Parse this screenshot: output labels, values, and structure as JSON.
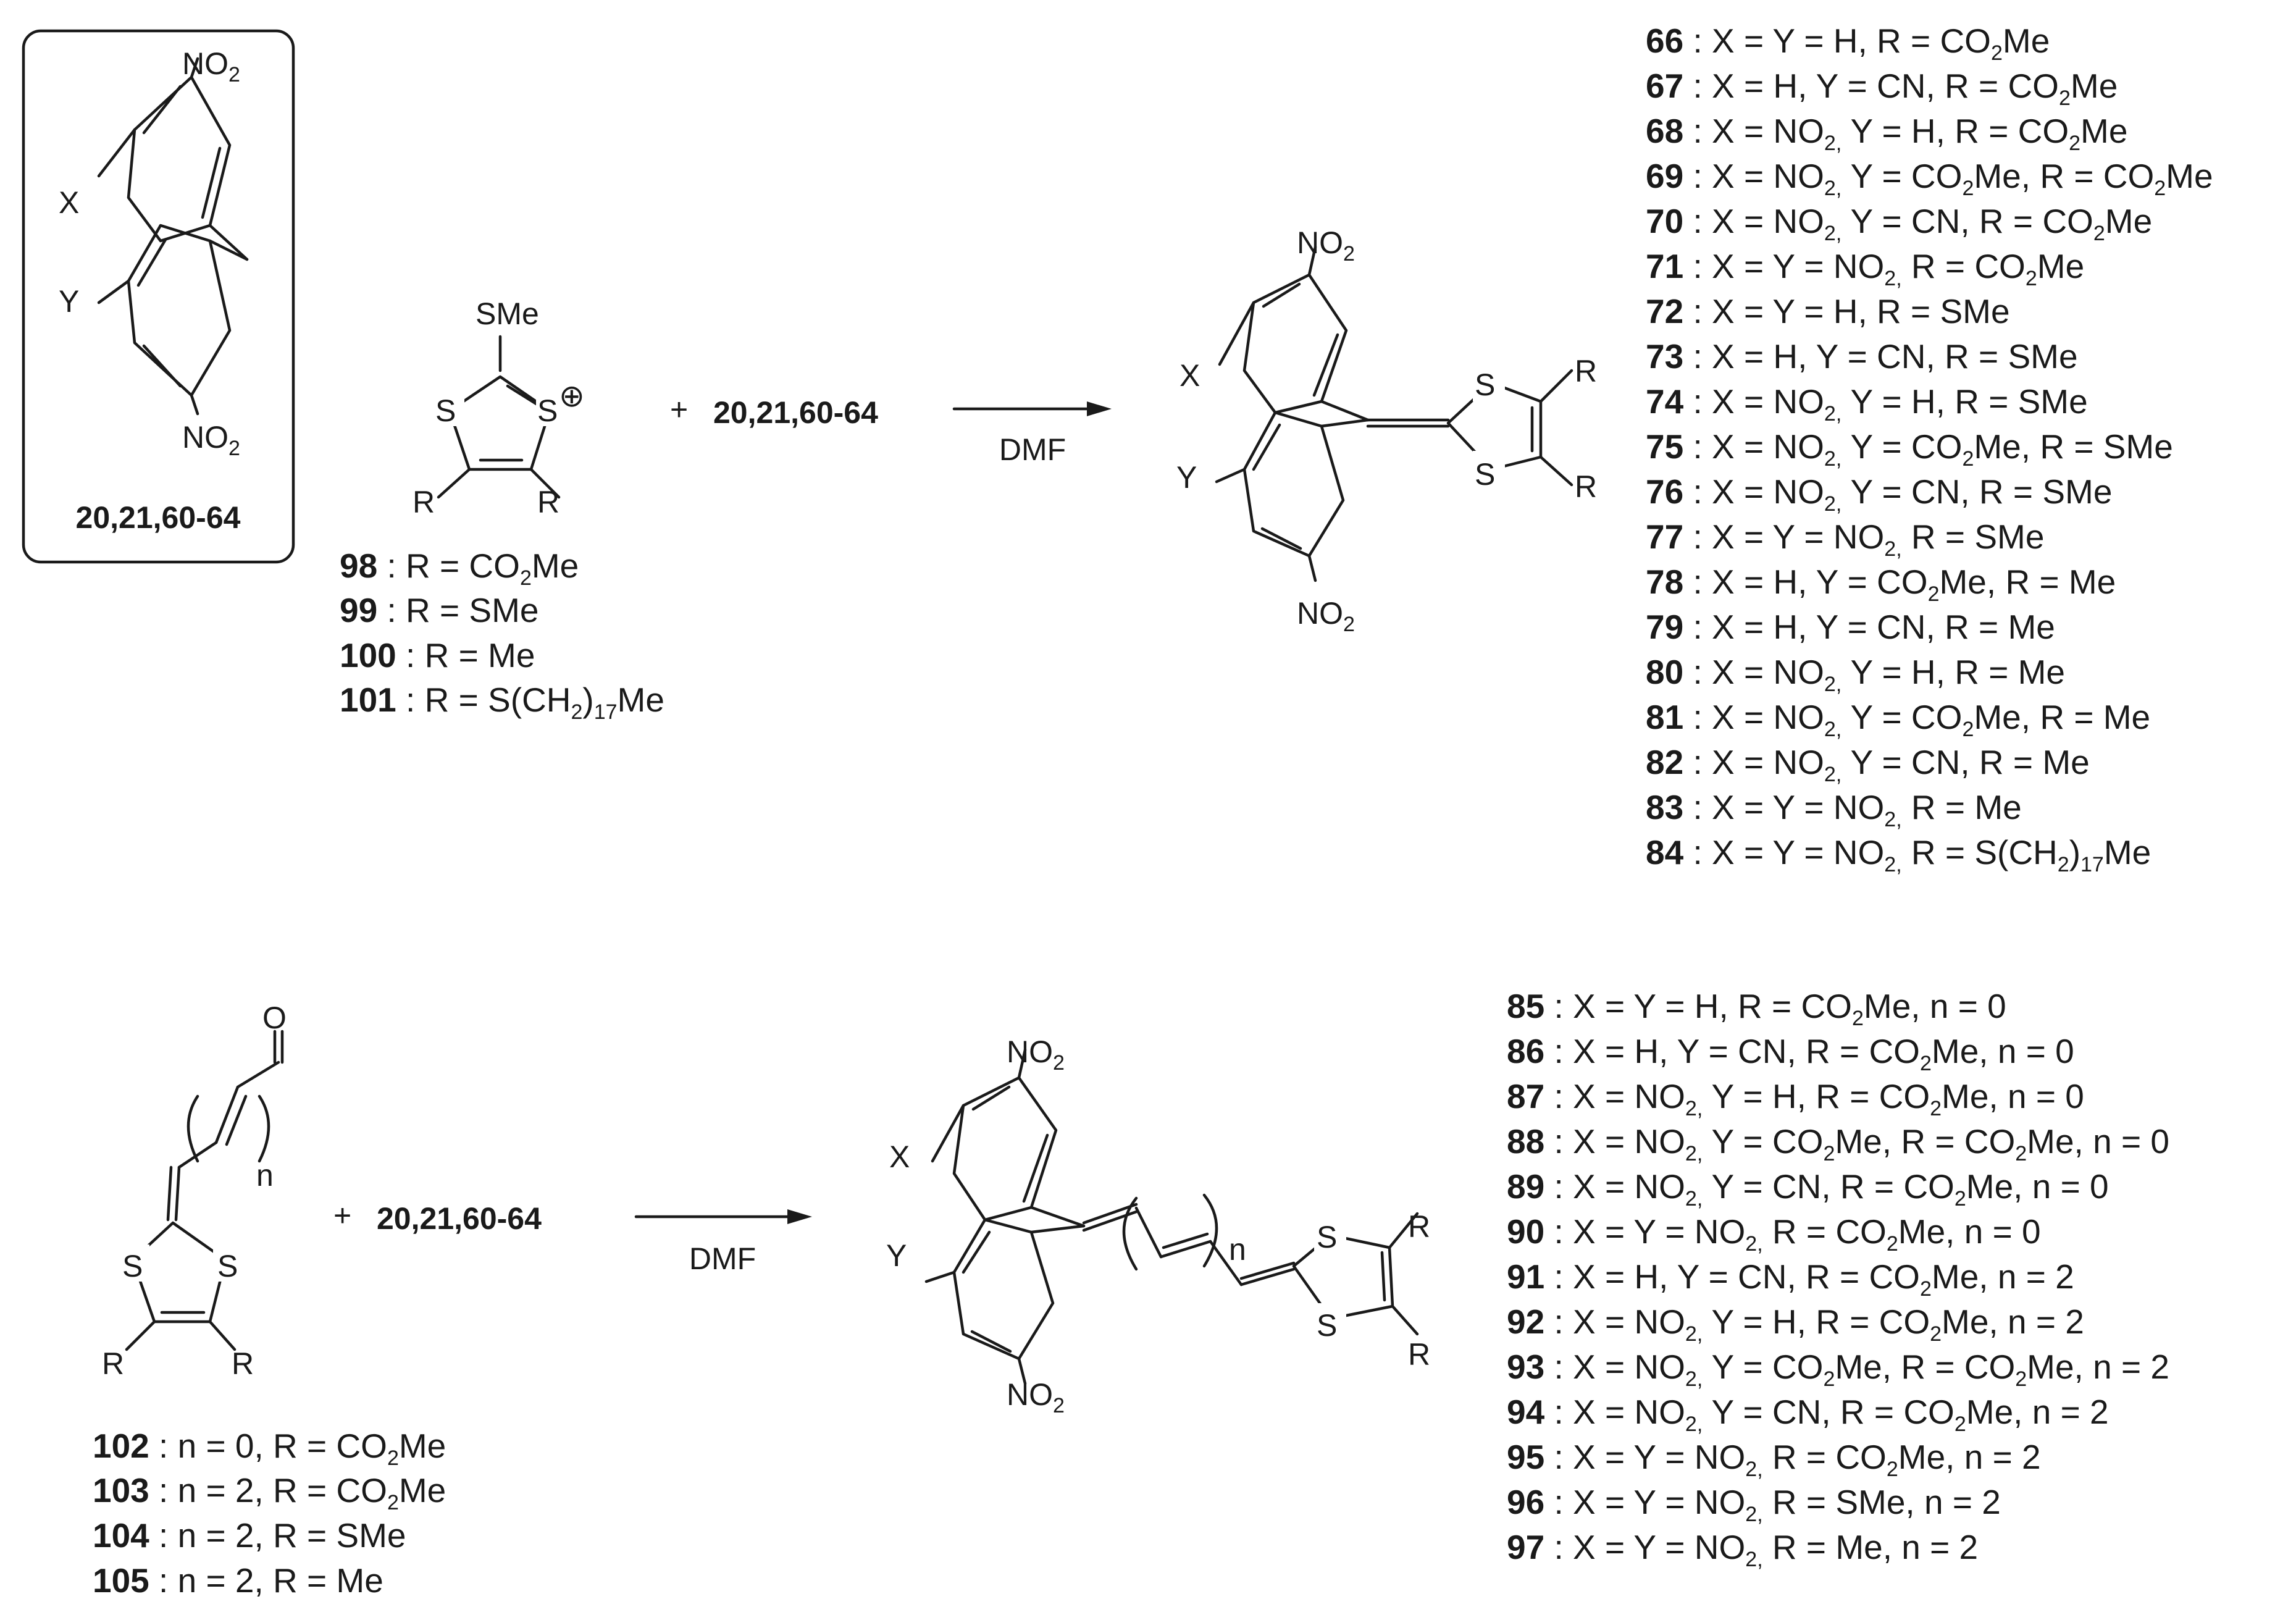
{
  "colors": {
    "ink": "#1a1a1a",
    "background": "#ffffff"
  },
  "box_label": "20,21,60-64",
  "reaction1": {
    "reagent_label": "20,21,60-64",
    "plus": "+",
    "solvent": "DMF",
    "reactant_compounds": [
      {
        "id": "98",
        "desc": "R = CO2Me"
      },
      {
        "id": "99",
        "desc": "R = SMe"
      },
      {
        "id": "100",
        "desc": "R = Me"
      },
      {
        "id": "101",
        "desc": "R = S(CH2)17Me"
      }
    ],
    "product_compounds": [
      {
        "id": "66",
        "desc": "X = Y = H, R = CO2Me"
      },
      {
        "id": "67",
        "desc": "X = H, Y = CN, R = CO2Me"
      },
      {
        "id": "68",
        "desc": "X = NO2, Y = H, R = CO2Me"
      },
      {
        "id": "69",
        "desc": "X = NO2, Y = CO2Me, R = CO2Me"
      },
      {
        "id": "70",
        "desc": "X = NO2, Y = CN, R = CO2Me"
      },
      {
        "id": "71",
        "desc": "X = Y = NO2, R = CO2Me"
      },
      {
        "id": "72",
        "desc": "X = Y = H, R = SMe"
      },
      {
        "id": "73",
        "desc": "X = H, Y = CN, R = SMe"
      },
      {
        "id": "74",
        "desc": "X = NO2, Y = H, R = SMe"
      },
      {
        "id": "75",
        "desc": "X = NO2, Y = CO2Me, R = SMe"
      },
      {
        "id": "76",
        "desc": "X = NO2, Y = CN, R = SMe"
      },
      {
        "id": "77",
        "desc": "X = Y = NO2, R = SMe"
      },
      {
        "id": "78",
        "desc": "X = H, Y = CO2Me, R = Me"
      },
      {
        "id": "79",
        "desc": "X = H, Y = CN, R = Me"
      },
      {
        "id": "80",
        "desc": "X = NO2, Y = H, R = Me"
      },
      {
        "id": "81",
        "desc": "X = NO2, Y = CO2Me, R = Me"
      },
      {
        "id": "82",
        "desc": "X = NO2, Y = CN, R = Me"
      },
      {
        "id": "83",
        "desc": "X = Y = NO2, R = Me"
      },
      {
        "id": "84",
        "desc": "X = Y = NO2, R = S(CH2)17Me"
      }
    ]
  },
  "reaction2": {
    "reagent_label": "20,21,60-64",
    "plus": "+",
    "solvent": "DMF",
    "reactant_compounds": [
      {
        "id": "102",
        "desc": "n = 0, R = CO2Me"
      },
      {
        "id": "103",
        "desc": "n = 2, R = CO2Me"
      },
      {
        "id": "104",
        "desc": "n = 2, R = SMe"
      },
      {
        "id": "105",
        "desc": "n = 2, R = Me"
      }
    ],
    "product_compounds": [
      {
        "id": "85",
        "desc": "X = Y = H, R = CO2Me, n = 0"
      },
      {
        "id": "86",
        "desc": "X = H, Y = CN, R = CO2Me, n = 0"
      },
      {
        "id": "87",
        "desc": "X = NO2, Y = H, R = CO2Me, n = 0"
      },
      {
        "id": "88",
        "desc": "X = NO2, Y = CO2Me, R = CO2Me, n = 0"
      },
      {
        "id": "89",
        "desc": "X = NO2, Y = CN, R = CO2Me, n = 0"
      },
      {
        "id": "90",
        "desc": "X = Y = NO2, R = CO2Me, n = 0"
      },
      {
        "id": "91",
        "desc": "X = H, Y = CN, R = CO2Me, n = 2"
      },
      {
        "id": "92",
        "desc": "X = NO2, Y = H, R = CO2Me, n = 2"
      },
      {
        "id": "93",
        "desc": "X = NO2, Y = CO2Me, R = CO2Me, n = 2"
      },
      {
        "id": "94",
        "desc": "X = NO2, Y = CN, R = CO2Me, n = 2"
      },
      {
        "id": "95",
        "desc": "X = Y = NO2, R = CO2Me, n = 2"
      },
      {
        "id": "96",
        "desc": "X = Y = NO2, R = SMe, n = 2"
      },
      {
        "id": "97",
        "desc": "X = Y = NO2, R = Me, n = 2"
      }
    ]
  },
  "atoms": {
    "NO2": "NO2",
    "X": "X",
    "Y": "Y",
    "S": "S",
    "R": "R",
    "SMe": "SMe",
    "O": "O",
    "n": "n",
    "plus_charge": "⊕"
  }
}
